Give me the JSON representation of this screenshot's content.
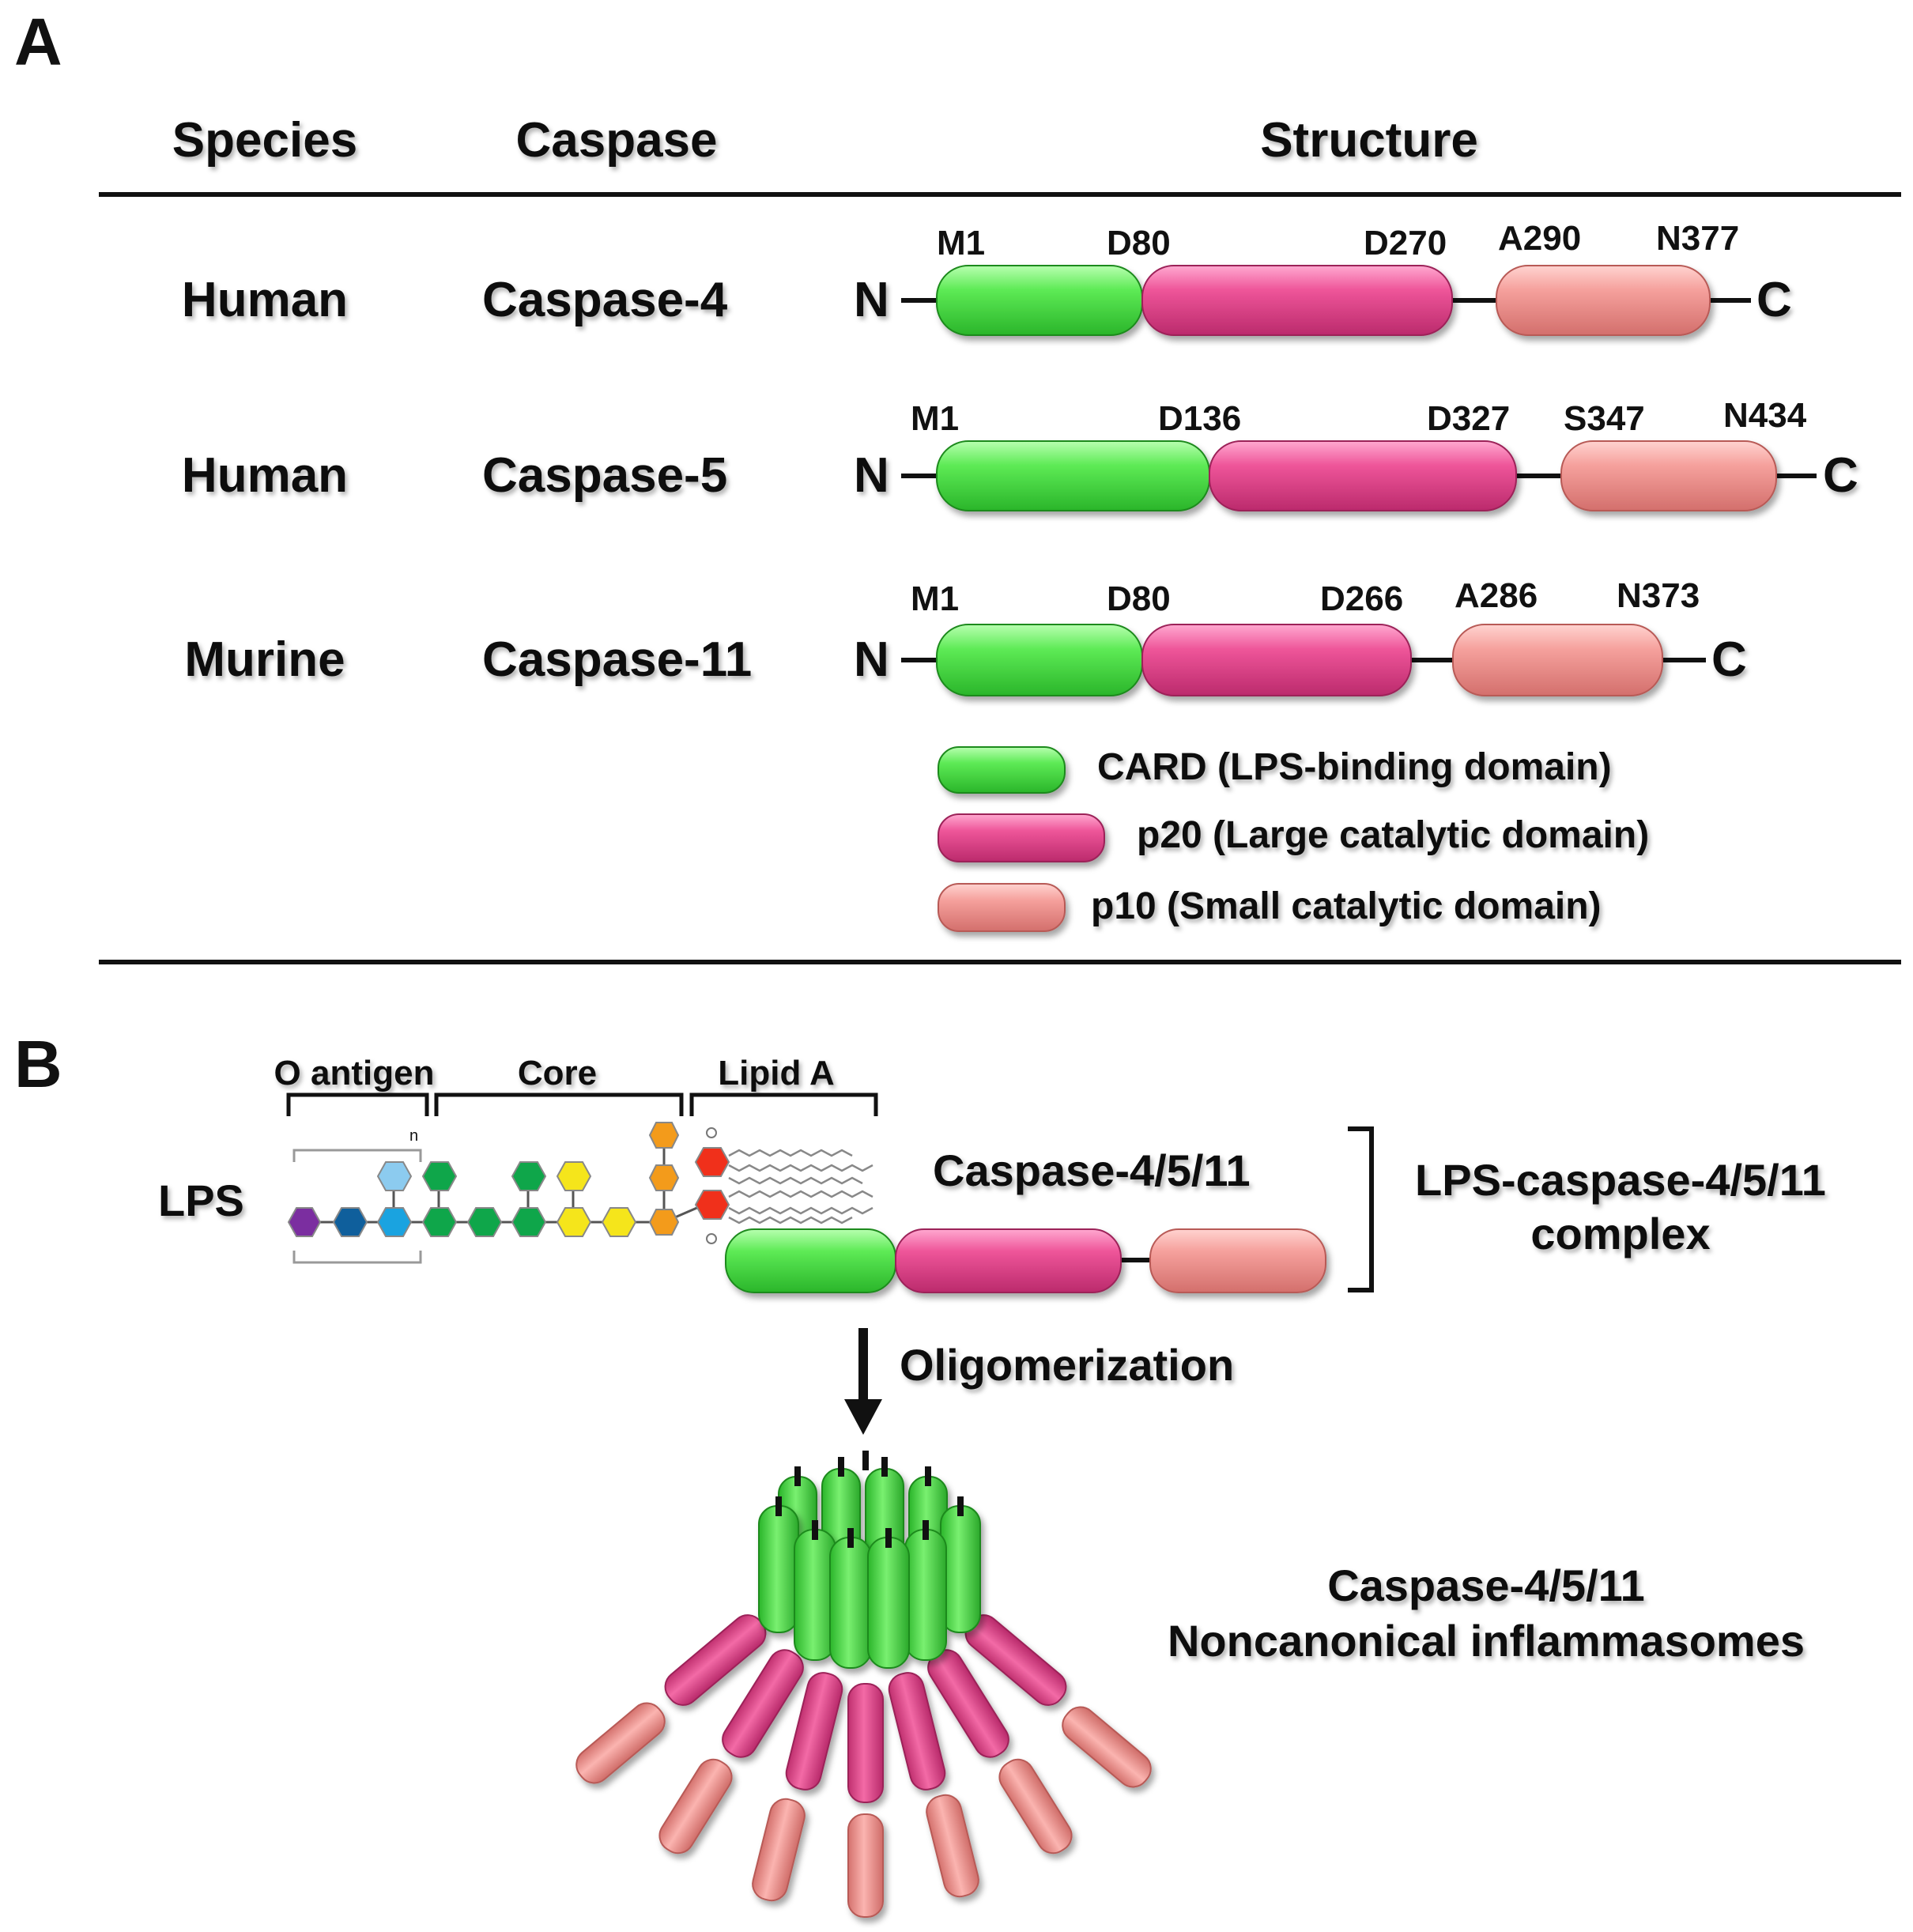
{
  "panel_a": {
    "letter": "A",
    "headers": {
      "species": "Species",
      "caspase": "Caspase",
      "structure": "Structure"
    },
    "rows": [
      {
        "species": "Human",
        "caspase": "Caspase-4",
        "n": "N",
        "c": "C",
        "sites": [
          "M1",
          "D80",
          "D270",
          "A290",
          "N377"
        ]
      },
      {
        "species": "Human",
        "caspase": "Caspase-5",
        "n": "N",
        "c": "C",
        "sites": [
          "M1",
          "D136",
          "D327",
          "S347",
          "N434"
        ]
      },
      {
        "species": "Murine",
        "caspase": "Caspase-11",
        "n": "N",
        "c": "C",
        "sites": [
          "M1",
          "D80",
          "D266",
          "A286",
          "N373"
        ]
      }
    ],
    "legend": [
      {
        "label": "CARD (LPS-binding domain)",
        "color": "#55e855"
      },
      {
        "label": "p20 (Large catalytic domain)",
        "color": "#ec4f97"
      },
      {
        "label": "p10 (Small catalytic domain)",
        "color": "#f39a9a"
      }
    ]
  },
  "panel_b": {
    "letter": "B",
    "lps_label": "LPS",
    "region_labels": {
      "o_antigen": "O antigen",
      "core": "Core",
      "lipid_a": "Lipid A"
    },
    "repeat_subscript": "n",
    "caspase_label": "Caspase-4/5/11",
    "complex_label_1": "LPS-caspase-4/5/11",
    "complex_label_2": "complex",
    "arrow_label": "Oligomerization",
    "inflammasome_label_1": "Caspase-4/5/11",
    "inflammasome_label_2": "Noncanonical inflammasomes",
    "sugar_colors": {
      "purple": "#7b2ea0",
      "darkblue": "#0f5f9c",
      "blue": "#1aa3e0",
      "lightblue": "#8ccbef",
      "green": "#0fa64a",
      "yellow": "#f5e51b",
      "orange": "#f39b1b",
      "red": "#f0301b"
    }
  }
}
